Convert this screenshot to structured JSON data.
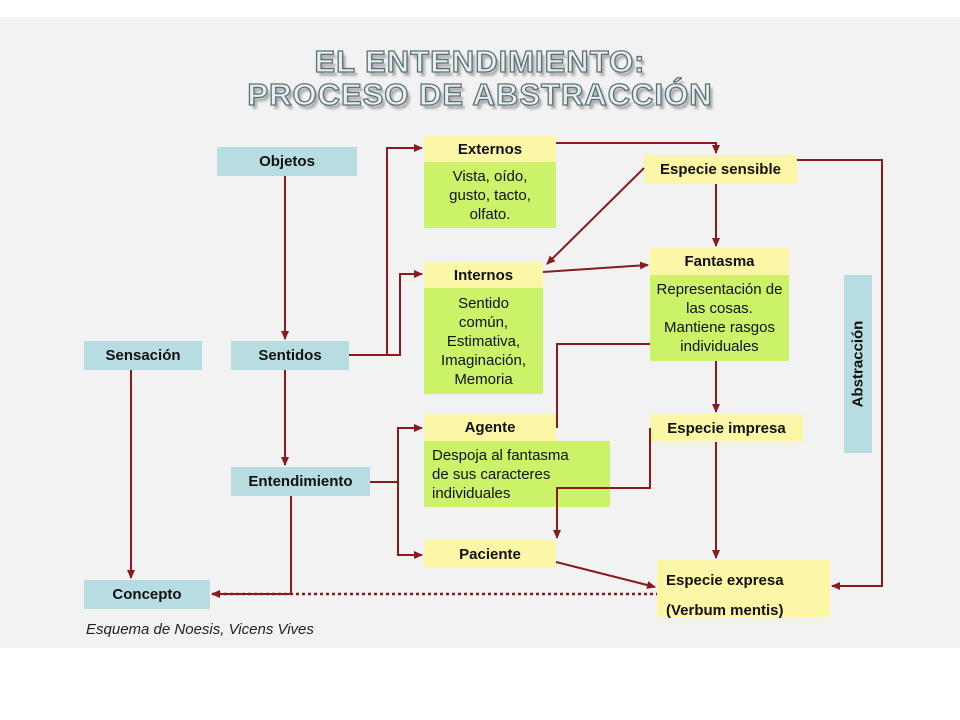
{
  "title": {
    "line1": "EL ENTENDIMIENTO:",
    "line2": "PROCESO DE ABSTRACCIÓN"
  },
  "nodes": {
    "objetos": "Objetos",
    "sentidos": "Sentidos",
    "sensacion": "Sensación",
    "entendimiento": "Entendimiento",
    "concepto": "Concepto",
    "externos": {
      "title": "Externos",
      "body": "Vista, oído, gusto, tacto, olfato."
    },
    "internos": {
      "title": "Internos",
      "body": "Sentido común, Estimativa, Imaginación, Memoria"
    },
    "agente": {
      "title": "Agente",
      "body": "Despoja al fantasma de sus caracteres individuales"
    },
    "paciente": "Paciente",
    "especie_sensible": "Especie sensible",
    "fantasma": {
      "title": "Fantasma",
      "body": "Representación de las cosas. Mantiene rasgos individuales"
    },
    "especie_impresa": "Especie impresa",
    "especie_expresa": {
      "line1": "Especie expresa",
      "line2": "(Verbum mentis)"
    },
    "abstraccion": "Abstracción"
  },
  "caption": "Esquema de Noesis, Vicens Vives",
  "colors": {
    "background": "#f2f2f2",
    "blue_box": "#b7dde3",
    "yellow_box": "#fbf7a6",
    "green_box": "#ccf26a",
    "arrow": "#8b1a1a"
  }
}
